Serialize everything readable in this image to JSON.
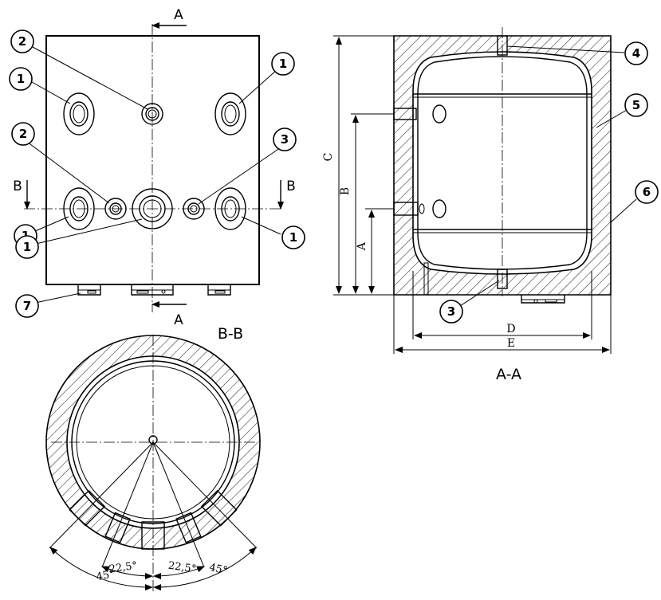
{
  "views": {
    "front": {
      "section_a_top": "A",
      "section_a_bottom": "A",
      "section_b_left": "B",
      "section_b_right": "B"
    },
    "section_aa": {
      "title": "A-A",
      "dim_a": "A",
      "dim_b": "B",
      "dim_c": "C",
      "dim_d": "D",
      "dim_e": "E"
    },
    "section_bb": {
      "title": "B-B",
      "angle_left_inner": "22,5°",
      "angle_right_inner": "22,5°",
      "angle_left_outer": "45°",
      "angle_right_outer": "45°"
    }
  },
  "callouts": {
    "c1": "1",
    "c2": "2",
    "c3": "3",
    "c4": "4",
    "c5": "5",
    "c6": "6",
    "c7": "7"
  }
}
